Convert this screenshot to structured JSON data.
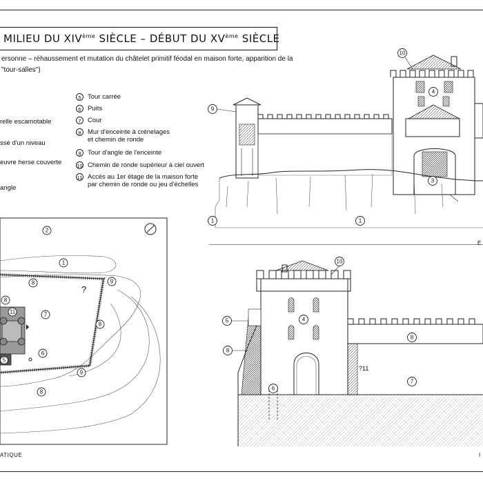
{
  "title": {
    "pre": "MILIEU DU XIV",
    "sup1": "ème",
    "mid": " SIÈCLE – DÉBUT DU XV",
    "sup2": "ème",
    "post": " SIÈCLE"
  },
  "description": [
    "ersonne – réhaussement et mutation du châtelet primitif féodal en maison forte, apparition de la",
    "\"tour-salles\")"
  ],
  "legend_left": [
    "relle escamotable",
    "ssé d'un niveau",
    "euvre herse couverte",
    "angle"
  ],
  "legend_right": [
    {
      "num": "5",
      "lines": [
        "Tour carrée"
      ]
    },
    {
      "num": "6",
      "lines": [
        "Puits"
      ]
    },
    {
      "num": "7",
      "lines": [
        "Cour"
      ]
    },
    {
      "num": "8",
      "lines": [
        "Mur d'enceinte à crénelages",
        "et chemin de ronde"
      ]
    },
    {
      "num": "9",
      "lines": [
        "Tour d'angle de l'enceinte"
      ]
    },
    {
      "num": "10",
      "lines": [
        "Chemin de ronde supérieur à ciel ouvert"
      ]
    },
    {
      "num": "11",
      "lines": [
        "Accès au 1er étage de la maison forte",
        "par chemin de ronde ou jeu d'échelles"
      ]
    }
  ],
  "plan_callouts": [
    "1",
    "2",
    "5",
    "6",
    "7",
    "8",
    "8",
    "8",
    "8",
    "9",
    "9",
    "11"
  ],
  "plan_question": "?",
  "elev_top_callouts": [
    "10",
    "9",
    "4",
    "3",
    "1",
    "1"
  ],
  "elev_bottom_callouts": [
    "10",
    "5",
    "8",
    "4",
    "8",
    "6",
    "7",
    "?11"
  ],
  "caption_bottom_left": "ATIQUE",
  "edge_letter_top": "É",
  "edge_letter_bottom": "I"
}
